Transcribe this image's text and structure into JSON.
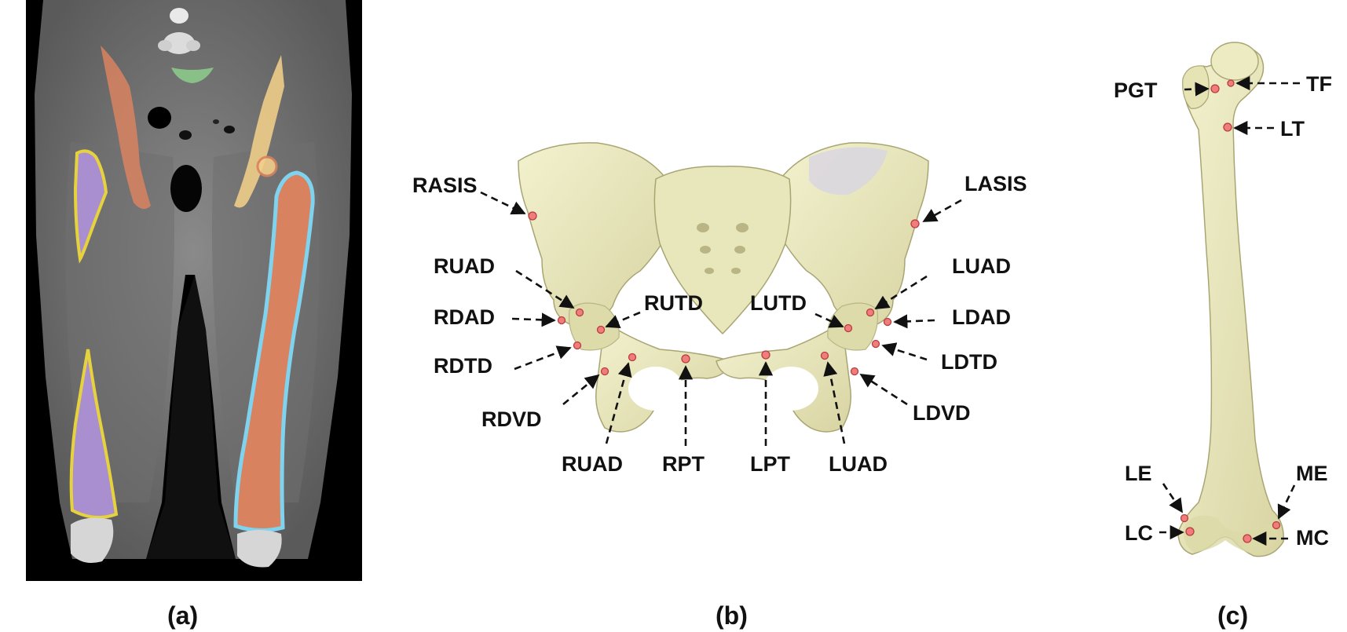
{
  "panels": {
    "a": {
      "caption": "(a)"
    },
    "b": {
      "caption": "(b)"
    },
    "c": {
      "caption": "(c)"
    }
  },
  "colors": {
    "ct_background": "#000000",
    "ct_tissue": "#7d7d7d",
    "bone": "#ecebc2",
    "bone_shade": "#c9c593",
    "landmark": "#f07c7c",
    "seg_yellow": "#e6d23c",
    "seg_purple": "#a98fcf",
    "seg_orange": "#d9825f",
    "seg_cyan": "#7fd3ee",
    "seg_peach": "#f2cf8a",
    "seg_green": "#8bc98b"
  },
  "pelvis_labels": {
    "rasis": "RASIS",
    "lasis": "LASIS",
    "ruad_top": "RUAD",
    "luad_top": "LUAD",
    "rdad": "RDAD",
    "ldad": "LDAD",
    "rutd": "RUTD",
    "lutd": "LUTD",
    "rdtd": "RDTD",
    "ldtd": "LDTD",
    "rdvd": "RDVD",
    "ldvd": "LDVD",
    "ruad_bottom": "RUAD",
    "rpt": "RPT",
    "lpt": "LPT",
    "luad_bottom": "LUAD"
  },
  "femur_labels": {
    "pgt": "PGT",
    "tf": "TF",
    "lt": "LT",
    "le": "LE",
    "me": "ME",
    "lc": "LC",
    "mc": "MC"
  }
}
